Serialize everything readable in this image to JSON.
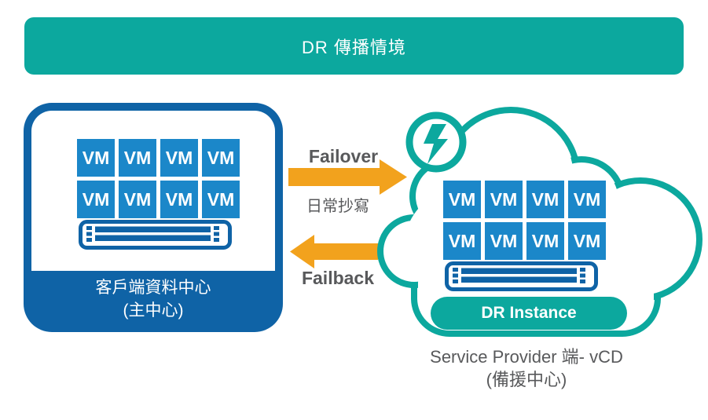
{
  "header": {
    "title": "DR 傳播情境"
  },
  "left_datacenter": {
    "vm_label": "VM",
    "vm_count": 8,
    "label_line1": "客戶端資料中心",
    "label_line2": "(主中心)"
  },
  "flows": {
    "failover_label": "Failover",
    "daily_replication_label": "日常抄寫",
    "failback_label": "Failback"
  },
  "cloud": {
    "vm_label": "VM",
    "vm_count": 8,
    "pill_label": "DR Instance",
    "caption_line1": "Service Provider 端- vCD",
    "caption_line2": "(備援中心)"
  },
  "icons": {
    "lightning": "lightning-bolt-icon",
    "server": "server-rack-icon",
    "cloud": "cloud-outline-icon",
    "failover_arrow": "arrow-right-icon",
    "failback_arrow": "arrow-left-icon"
  },
  "colors": {
    "teal": "#0CA89E",
    "dark_blue": "#0F63A6",
    "vm_blue": "#1B87C9",
    "orange": "#F2A21D",
    "text_gray": "#58595B",
    "white": "#FFFFFF"
  }
}
